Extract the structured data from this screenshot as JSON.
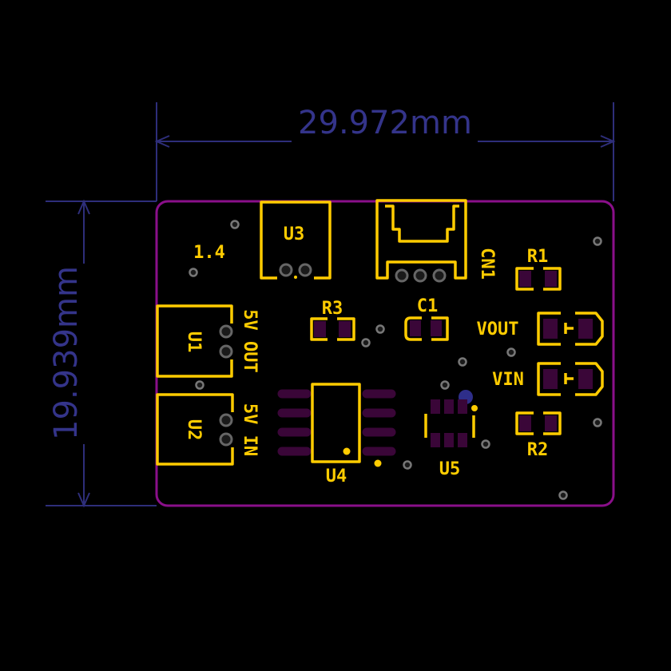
{
  "dimensions": {
    "width_label": "29.972mm",
    "height_label": "19.939mm"
  },
  "board": {
    "version_label": "1.4",
    "colors": {
      "outline": "#8a0f8a",
      "silkscreen": "#ffcc00",
      "pad": "#3a0638",
      "dimension": "#34348a",
      "background": "#000000"
    }
  },
  "components": {
    "u3": "U3",
    "cn1": "CN1",
    "u1": "U1",
    "u1_text": "5V OUT",
    "u2": "U2",
    "u2_text": "5V IN",
    "r3": "R3",
    "c1": "C1",
    "r1": "R1",
    "vout": "VOUT",
    "vin": "VIN",
    "r2": "R2",
    "u4": "U4",
    "u5": "U5"
  }
}
